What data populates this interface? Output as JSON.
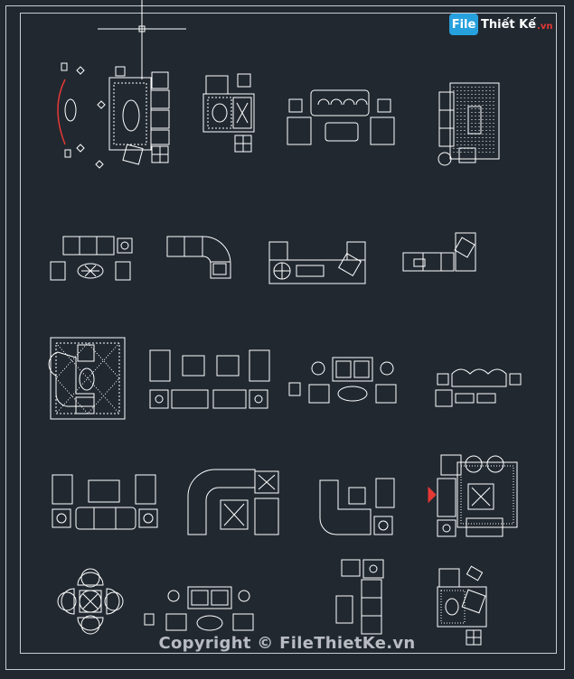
{
  "viewport": {
    "background": "#212830",
    "line_color": "#ffffff",
    "accent_color": "#e53935"
  },
  "logo": {
    "mark": "File",
    "text": "Thiết Kế",
    "suffix": ".vn"
  },
  "watermark": {
    "text": "Copyright © FileThietKe.vn"
  },
  "blocks": [
    "living-room-set-oval-table",
    "living-room-rug-set",
    "sofa-set-tufted",
    "living-room-set-rug-striped",
    "sofa-set-straight",
    "corner-sofa-curved",
    "sofa-set-u-shape",
    "corner-sofa-l-shape",
    "living-room-set-pattern-rug",
    "sofa-set-table-grid",
    "sofa-set-oval-table",
    "sofa-set-tufted-small",
    "sofa-set-classic",
    "corner-sofa-round",
    "corner-sofa-compact",
    "living-room-set-red-accent",
    "round-table-four-chairs",
    "sofa-set-oval-small",
    "corner-sofa-vertical",
    "armchair-set-rug"
  ]
}
